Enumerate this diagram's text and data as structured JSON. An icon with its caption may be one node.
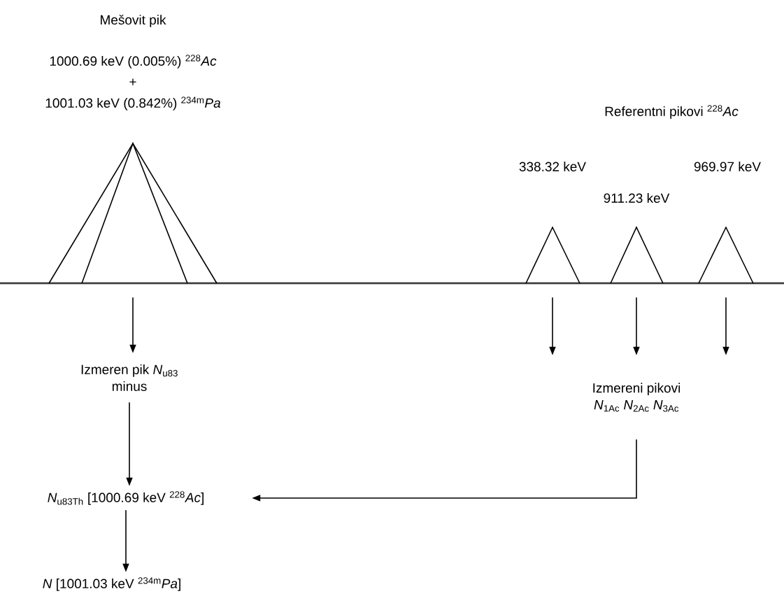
{
  "diagram": {
    "nodes": [
      {
        "text": [],
        "shape": "triangle"
      },
      {
        "text": [],
        "shape": "triangle"
      },
      {
        "text": [],
        "shape": "triangle"
      },
      {
        "text": [],
        "shape": "triangle"
      },
      {
        "text": [
          "Izmeren pik *N*$_{u83}$",
          "minus"
        ]
      },
      {
        "text": [
          "Izmereni pikovi",
          "*N*$_{1Ac}$ *N*$_{2Ac}$ *N*$_{3Ac}$"
        ]
      },
      {
        "text": [
          "*N*$_{u83Th}$ [1000.69 keV $^{228}$*Ac*]"
        ]
      },
      {
        "text": [
          "*N* [1001.03 keV $^{234m}$*Pa*]"
        ]
      }
    ],
    "edges": [
      {
        "from": 0,
        "to": 4,
        "arrow": "to"
      },
      {
        "from": 1,
        "to": 5,
        "arrow": "to"
      },
      {
        "from": 2,
        "to": 5,
        "arrow": "to"
      },
      {
        "from": 3,
        "to": 5,
        "arrow": "to"
      },
      {
        "from": 4,
        "to": 6,
        "arrow": "to"
      },
      {
        "from": 5,
        "to": 6,
        "arrow": "to"
      },
      {
        "from": 6,
        "to": 7,
        "arrow": "to"
      }
    ],
    "labels": [
      "Mešovit pik",
      "1000.69 keV (0.005%) $^{228}$*Ac*",
      "+",
      "1001.03 keV (0.842%) $^{234m}$*Pa*",
      "Referentni pikovi $^{228}$*Ac*",
      "338.32 keV",
      "969.97 keV",
      "911.23 keV"
    ]
  }
}
